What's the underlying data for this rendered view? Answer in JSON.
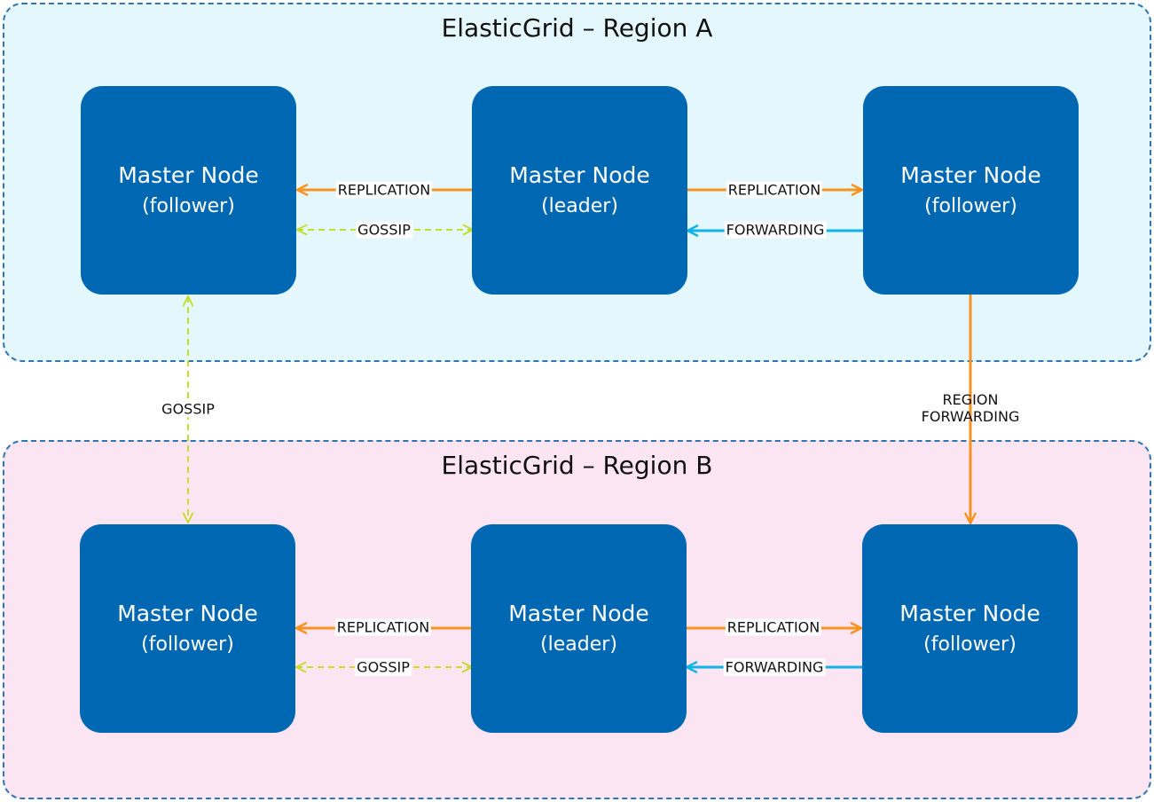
{
  "regions": {
    "a": {
      "title": "ElasticGrid – Region A"
    },
    "b": {
      "title": "ElasticGrid – Region B"
    }
  },
  "nodes": {
    "a_left": {
      "name": "Master Node",
      "role": "(follower)"
    },
    "a_center": {
      "name": "Master Node",
      "role": "(leader)"
    },
    "a_right": {
      "name": "Master Node",
      "role": "(follower)"
    },
    "b_left": {
      "name": "Master Node",
      "role": "(follower)"
    },
    "b_center": {
      "name": "Master Node",
      "role": "(leader)"
    },
    "b_right": {
      "name": "Master Node",
      "role": "(follower)"
    }
  },
  "connections": {
    "a_rep_left": "REPLICATION",
    "a_gossip": "GOSSIP",
    "a_rep_right": "REPLICATION",
    "a_fwd": "FORWARDING",
    "b_rep_left": "REPLICATION",
    "b_gossip": "GOSSIP",
    "b_rep_right": "REPLICATION",
    "b_fwd": "FORWARDING",
    "cross_gossip": "GOSSIP",
    "region_fwd": "REGION\nFORWARDING"
  },
  "colors": {
    "node_fill": "#0068b3",
    "region_a_fill": "#e3f7fd",
    "region_b_fill": "#fbe5f2",
    "region_border": "#2f74b5",
    "replication": "#f7931e",
    "gossip": "#c5dd2f",
    "forwarding": "#10b3e6"
  }
}
